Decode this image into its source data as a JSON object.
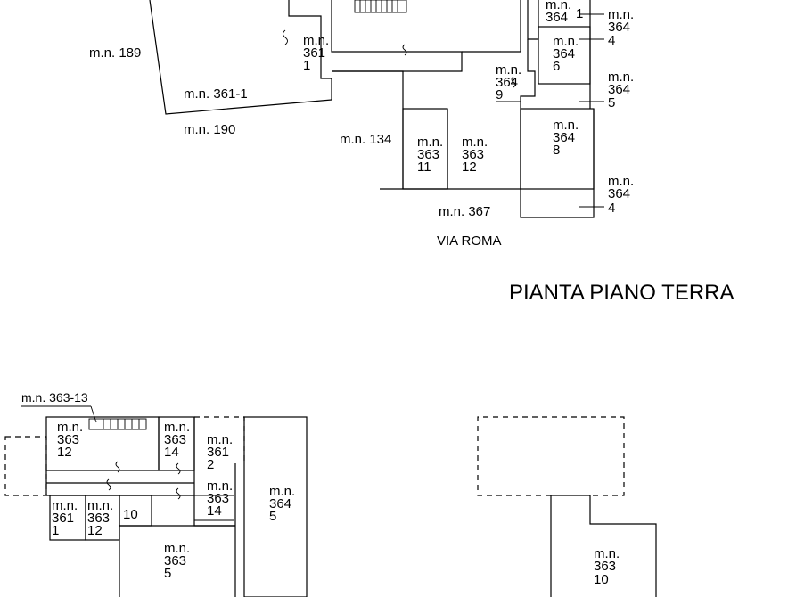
{
  "title": "PIANTA PIANO TERRA",
  "street": "VIA ROMA",
  "top_labels": {
    "mn189": "m.n. 189",
    "mn361_1": "m.n. 361-1",
    "mn190": "m.n. 190",
    "mn134": "m.n. 134",
    "mn367": "m.n. 367",
    "room_361_1": [
      "m.n.",
      "361",
      "1"
    ],
    "room_363_11": [
      "m.n.",
      "363",
      "11"
    ],
    "room_363_12": [
      "m.n.",
      "363",
      "12"
    ],
    "room_364_8": [
      "m.n.",
      "364",
      "8"
    ],
    "room_364_6": [
      "m.n.",
      "364",
      "6"
    ],
    "room_364_9": [
      "m.n.",
      "364",
      "9"
    ],
    "room_364_1": [
      "m.n.",
      "364",
      "1"
    ],
    "side_364_4a": [
      "m.n.",
      "364",
      "4"
    ],
    "side_364_5": [
      "m.n.",
      "364",
      "5"
    ],
    "side_364_4b": [
      "m.n.",
      "364",
      "4"
    ]
  },
  "bottom_labels": {
    "mn363_13": "m.n. 363-13",
    "room_363_12": [
      "m.n.",
      "363",
      "12"
    ],
    "room_363_14a": [
      "m.n.",
      "363",
      "14"
    ],
    "room_361_2": [
      "m.n.",
      "361",
      "2"
    ],
    "room_363_14b": [
      "m.n.",
      "363",
      "14"
    ],
    "room_364_5": [
      "m.n.",
      "364",
      "5"
    ],
    "room_361_1": [
      "m.n.",
      "361",
      "1"
    ],
    "room_363_12b": [
      "m.n.",
      "363",
      "12"
    ],
    "room_10": "10",
    "room_363_5": [
      "m.n.",
      "363",
      "5"
    ],
    "room_363_10": [
      "m.n.",
      "363",
      "10"
    ]
  }
}
